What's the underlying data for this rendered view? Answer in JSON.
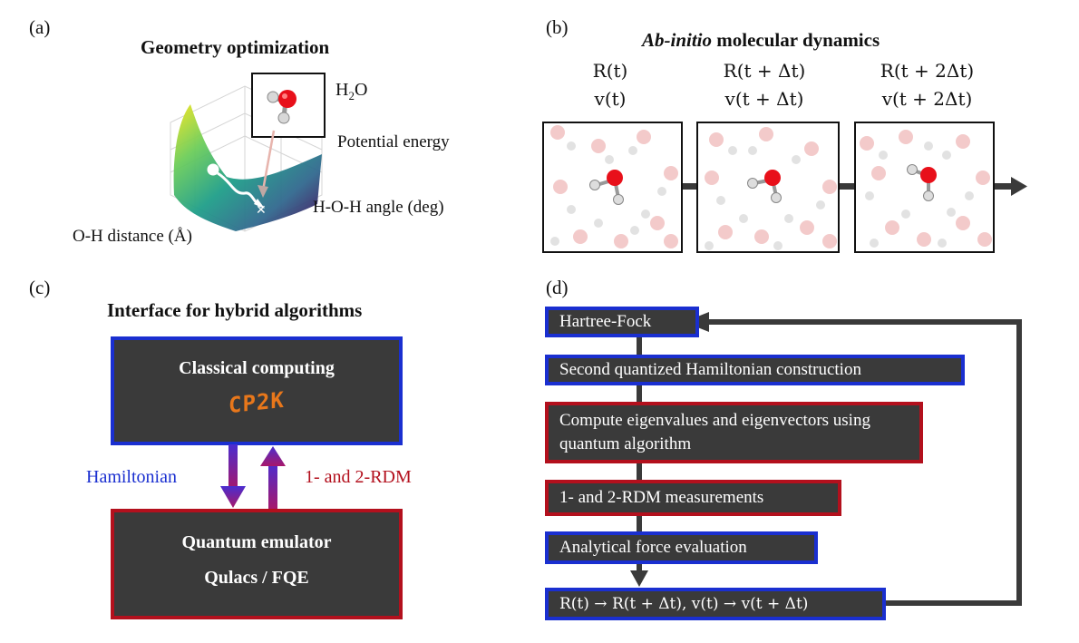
{
  "panel_a": {
    "label": "(a)",
    "title": "Geometry optimization",
    "molecule": "H2O",
    "z_axis": "Potential energy",
    "y_axis": "H-O-H angle (deg)",
    "x_axis": "O-H distance (Å)"
  },
  "panel_b": {
    "label": "(b)",
    "title_italic": "Ab-initio",
    "title_rest": " molecular dynamics",
    "frames": [
      {
        "r": "R(t)",
        "v": "v(t)"
      },
      {
        "r": "R(t + Δt)",
        "v": "v(t + Δt)"
      },
      {
        "r": "R(t + 2Δt)",
        "v": "v(t + 2Δt)"
      }
    ]
  },
  "panel_c": {
    "label": "(c)",
    "title": "Interface for hybrid algorithms",
    "classical_title": "Classical computing",
    "logo_text": "CP2K",
    "quantum_title": "Quantum emulator",
    "quantum_sub": "Qulacs / FQE",
    "down_label": "Hamiltonian",
    "up_label": "1- and 2-RDM",
    "colors": {
      "blue": "#1a2fd0",
      "red": "#b3101d",
      "logo": "#e8771b"
    }
  },
  "panel_d": {
    "label": "(d)",
    "steps": [
      "Hartree-Fock",
      "Second quantized Hamiltonian construction",
      "Compute eigenvalues and eigenvectors using quantum algorithm",
      "1- and 2-RDM measurements",
      "Analytical force evaluation",
      "R(t) → R(t + Δt), v(t) → v(t + Δt)"
    ]
  }
}
